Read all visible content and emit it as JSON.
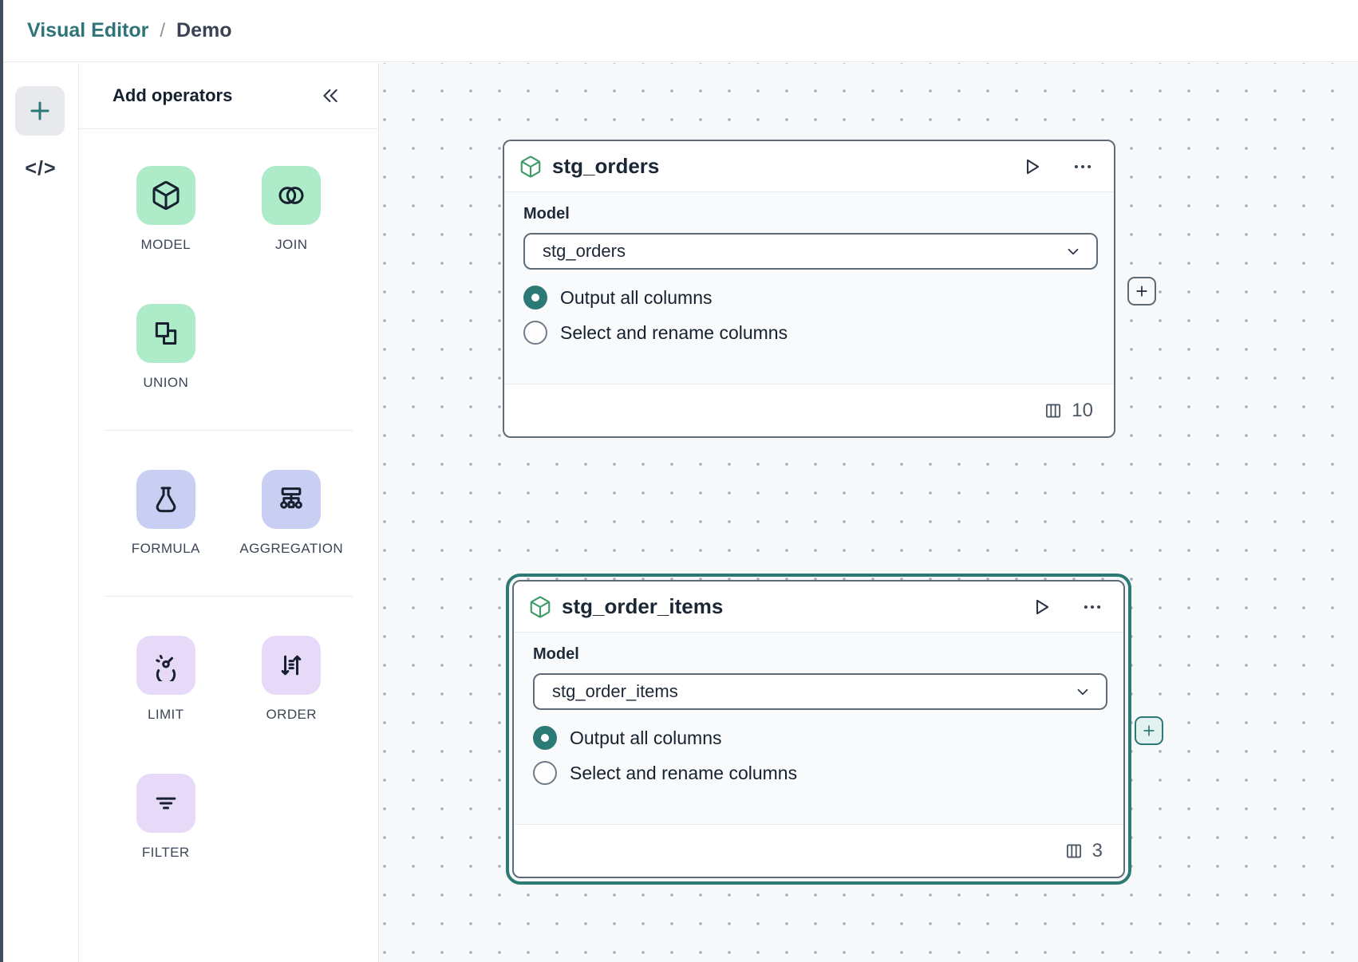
{
  "breadcrumb": {
    "section": "Visual Editor",
    "separator": "/",
    "page": "Demo"
  },
  "panel": {
    "title": "Add operators"
  },
  "operators": [
    {
      "label": "MODEL",
      "icon": "cube",
      "color": "#aeebc8"
    },
    {
      "label": "JOIN",
      "icon": "venn-circles",
      "color": "#aeebc8"
    },
    {
      "label": "UNION",
      "icon": "overlapping-squares",
      "color": "#aeebc8"
    },
    {
      "label": "FORMULA",
      "icon": "flask",
      "color": "#c9cef3"
    },
    {
      "label": "AGGREGATION",
      "icon": "hierarchy",
      "color": "#c9cef3"
    },
    {
      "label": "LIMIT",
      "icon": "gauge",
      "color": "#e7daf9"
    },
    {
      "label": "ORDER",
      "icon": "sort-arrows",
      "color": "#e7daf9"
    },
    {
      "label": "FILTER",
      "icon": "filter-lines",
      "color": "#e7daf9"
    }
  ],
  "nodes": [
    {
      "title": "stg_orders",
      "model": {
        "label": "Model",
        "value": "stg_orders"
      },
      "options": [
        {
          "label": "Output all columns",
          "selected": true
        },
        {
          "label": "Select and rename columns",
          "selected": false
        }
      ],
      "column_count": "10",
      "selected": false
    },
    {
      "title": "stg_order_items",
      "model": {
        "label": "Model",
        "value": "stg_order_items"
      },
      "options": [
        {
          "label": "Output all columns",
          "selected": true
        },
        {
          "label": "Select and rename columns",
          "selected": false
        }
      ],
      "column_count": "3",
      "selected": true
    }
  ],
  "colors": {
    "accent_teal": "#2b7a76",
    "node_border": "#606b78",
    "canvas_bg": "#f6f8f9",
    "mint_tile": "#aeebc8",
    "periwinkle_tile": "#c9cef3",
    "lilac_tile": "#e7daf9"
  }
}
